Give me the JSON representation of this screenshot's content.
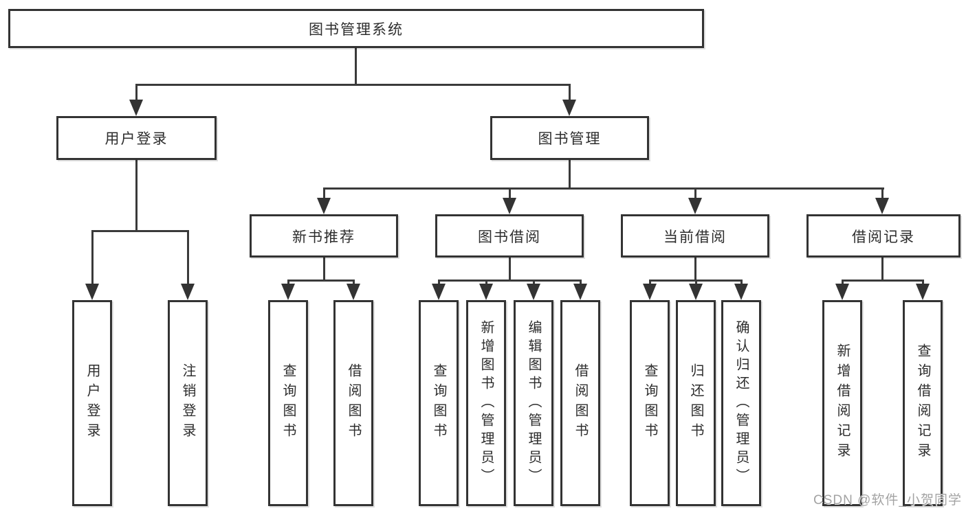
{
  "diagram": {
    "root": "图书管理系统",
    "level2": [
      "用户登录",
      "图书管理"
    ],
    "level3": [
      "新书推荐",
      "图书借阅",
      "当前借阅",
      "借阅记录"
    ],
    "leaves": {
      "user_login": [
        "用户登录",
        "注销登录"
      ],
      "new_books": [
        "查询图书",
        "借阅图书"
      ],
      "book_borrow": [
        "查询图书",
        "新增图书（管理员）",
        "编辑图书（管理员）",
        "借阅图书"
      ],
      "current_borrow": [
        "查询图书",
        "归还图书",
        "确认归还（管理员）"
      ],
      "borrow_records": [
        "新增借阅记录",
        "查询借阅记录"
      ]
    },
    "watermark": "CSDN @软件_小贺同学",
    "colors": {
      "line": "#3a3a3a",
      "box_border": "#333333",
      "box_background": "#ffffff",
      "text": "#2d2d2d",
      "watermark": "#a3a3a3"
    }
  }
}
